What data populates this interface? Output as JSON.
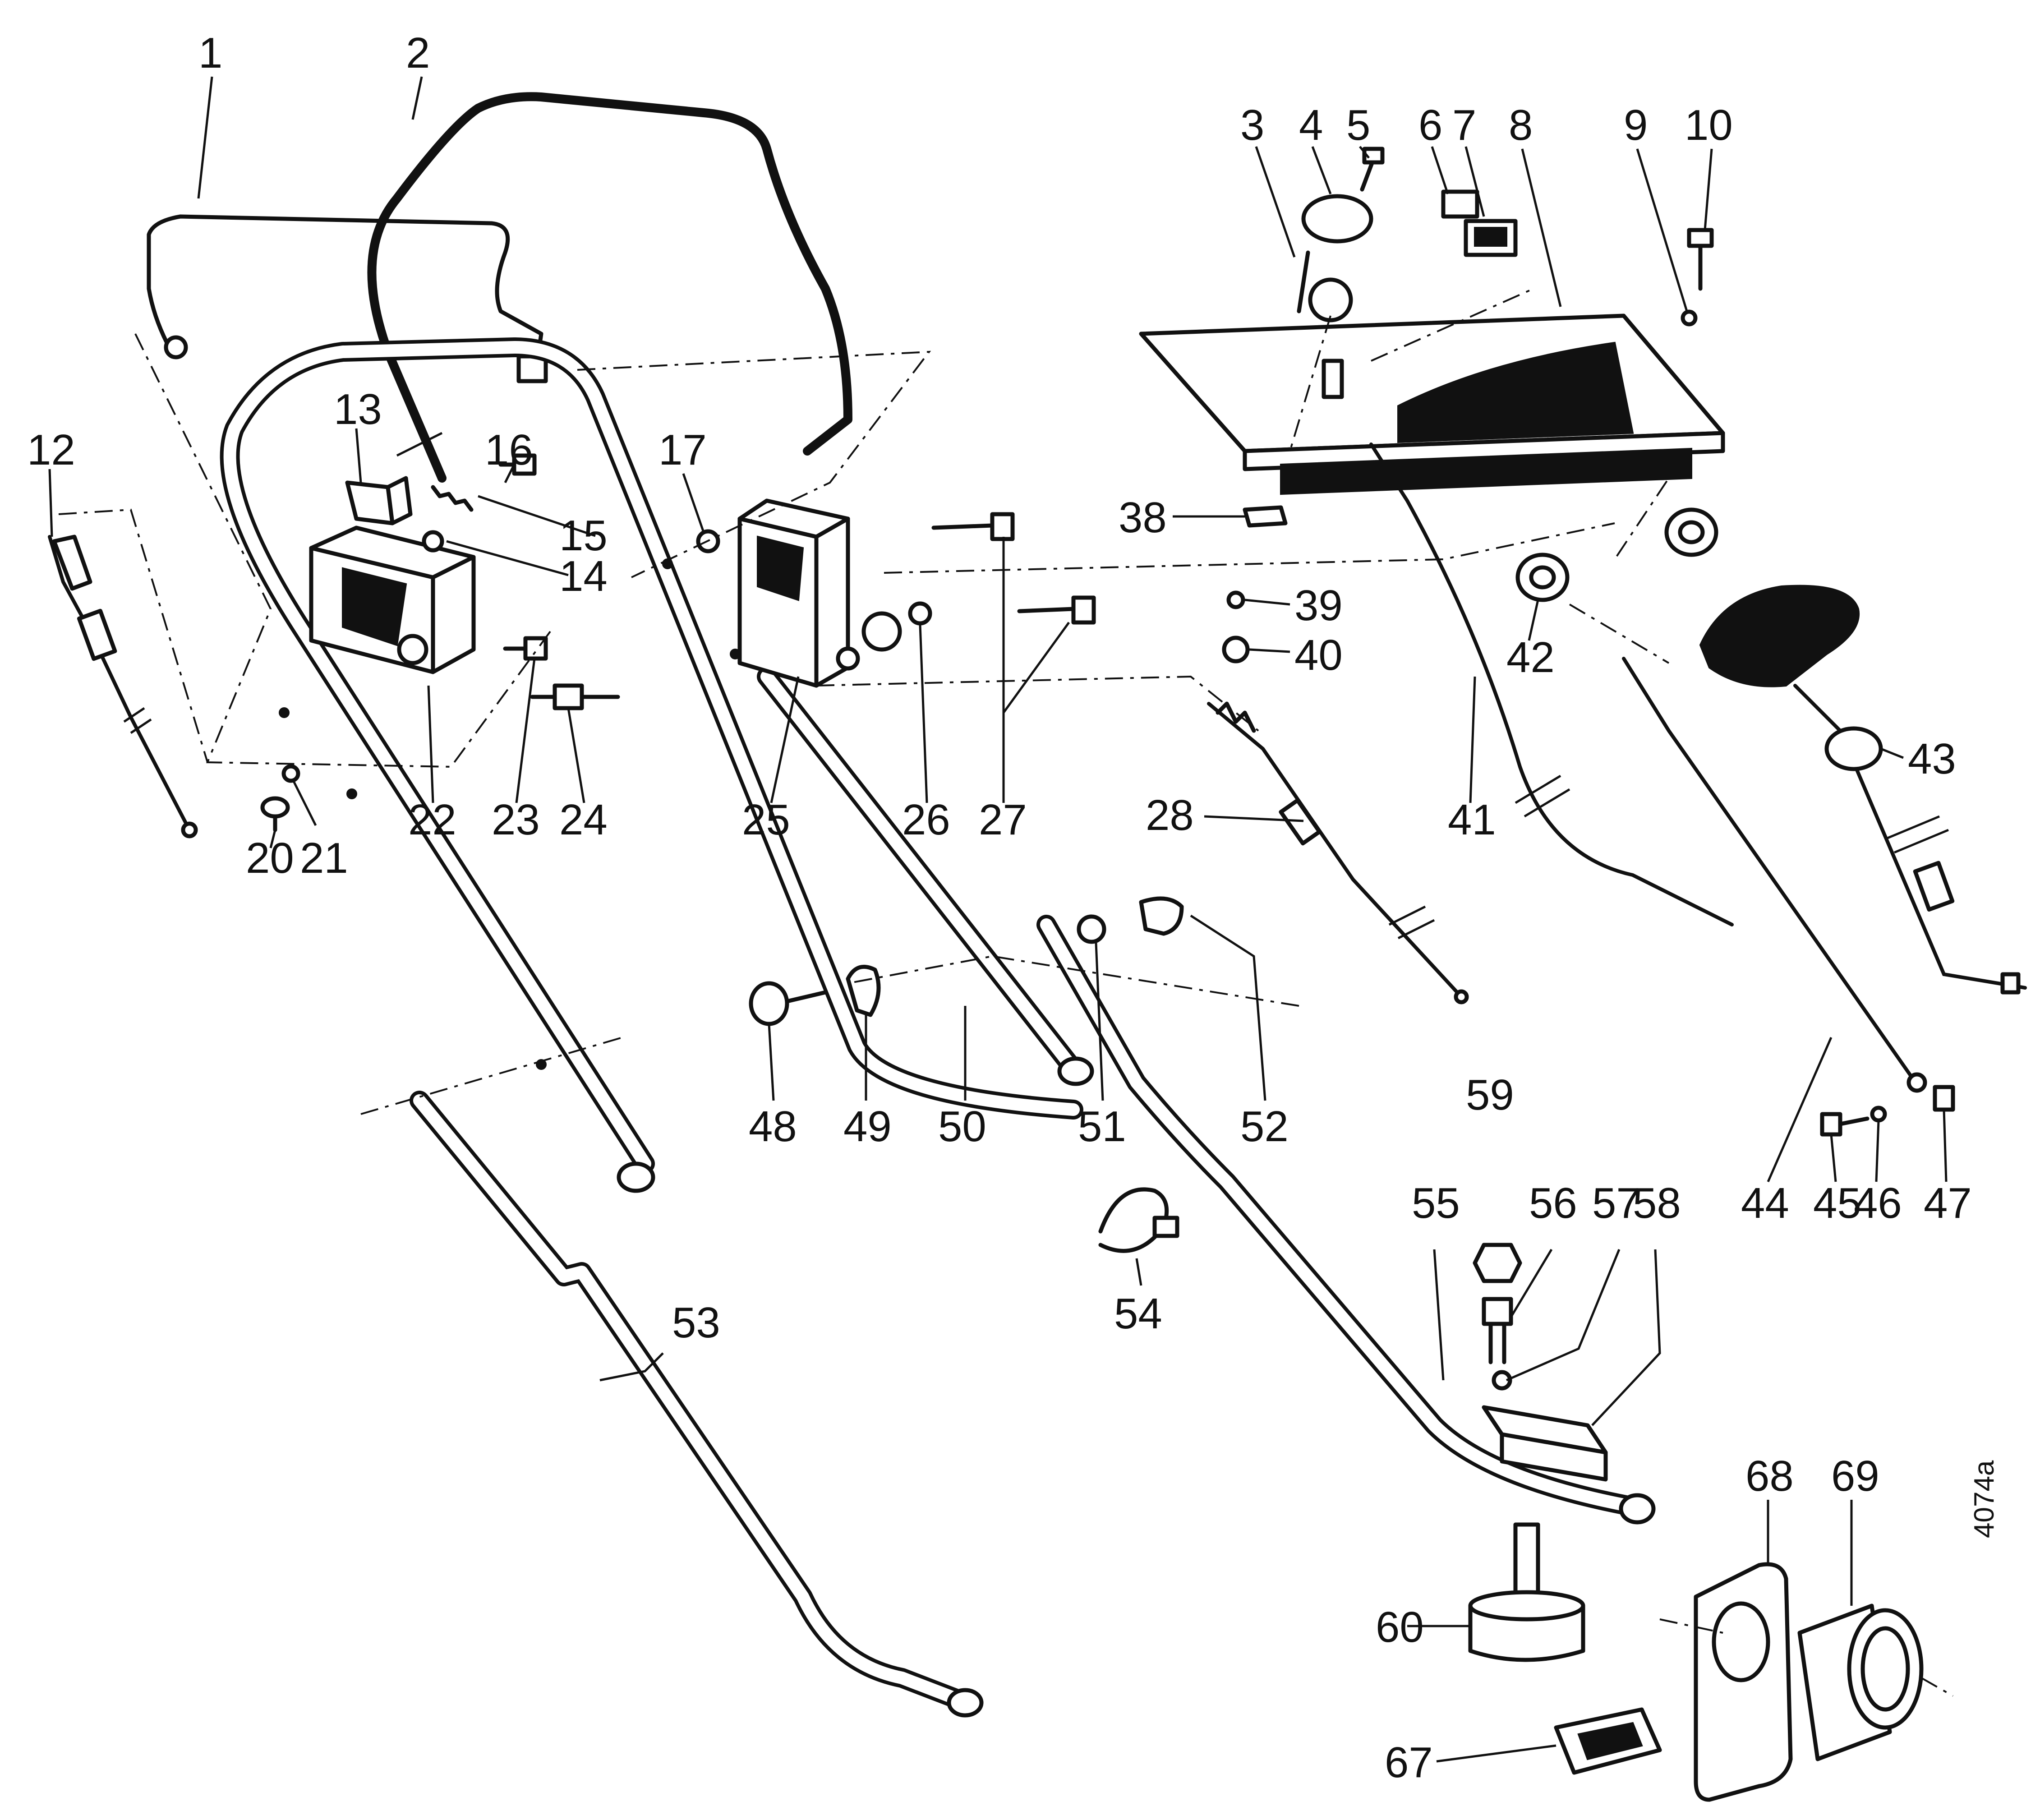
{
  "diagram": {
    "callouts": [
      "1",
      "2",
      "3",
      "4",
      "5",
      "6",
      "7",
      "8",
      "9",
      "10",
      "12",
      "13",
      "14",
      "15",
      "16",
      "17",
      "20",
      "21",
      "22",
      "23",
      "24",
      "25",
      "26",
      "27",
      "28",
      "38",
      "39",
      "40",
      "41",
      "42",
      "43",
      "44",
      "45",
      "46",
      "47",
      "48",
      "49",
      "50",
      "51",
      "52",
      "53",
      "54",
      "55",
      "56",
      "57",
      "58",
      "59",
      "60",
      "67",
      "68",
      "69"
    ],
    "document_number": "4074a"
  }
}
